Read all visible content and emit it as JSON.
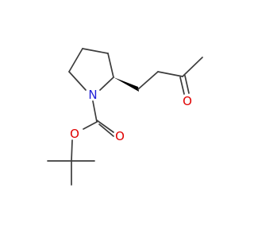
{
  "molecule": {
    "atoms": [
      {
        "id": "n1",
        "symbol": "N",
        "color": "#1f1fd8"
      },
      {
        "id": "o_ketone",
        "symbol": "O",
        "color": "#e00000"
      },
      {
        "id": "o_carbonyl",
        "symbol": "O",
        "color": "#e00000"
      },
      {
        "id": "o_ester",
        "symbol": "O",
        "color": "#e00000"
      }
    ],
    "bond_color": "#3c3c3c",
    "stereo_wedge": "bold"
  }
}
